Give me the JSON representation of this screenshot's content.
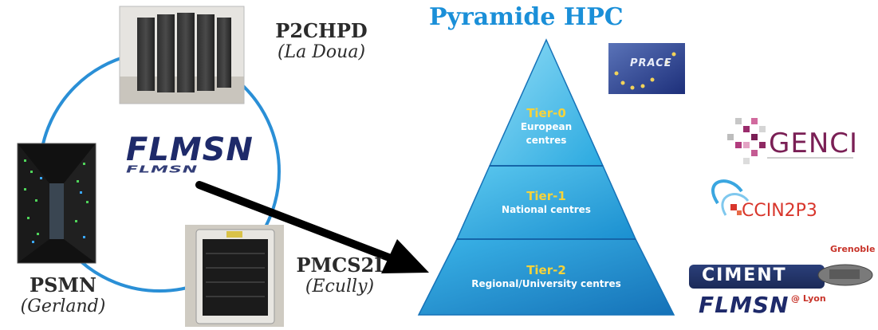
{
  "pyramid": {
    "title": "Pyramide HPC",
    "tiers": [
      {
        "name": "Tier-0",
        "desc": [
          "European",
          "centres"
        ]
      },
      {
        "name": "Tier-1",
        "desc": [
          "National centres"
        ]
      },
      {
        "name": "Tier-2",
        "desc": [
          "Regional/University centres"
        ]
      }
    ]
  },
  "network": {
    "center_logo": "FLMSN",
    "nodes": [
      {
        "name": "P2CHPD",
        "location": "(La Doua)"
      },
      {
        "name": "PSMN",
        "location": "(Gerland)"
      },
      {
        "name": "PMCS2I",
        "location": "(Ecully)"
      }
    ]
  },
  "logos": {
    "prace": "PRACE",
    "genci": "GENCI",
    "ccin2p3": "CCIN2P3",
    "ciment": "CIMENT",
    "grenoble": "Grenoble",
    "flmsn_lyon": "FLMSN",
    "lyon": "@ Lyon"
  },
  "colors": {
    "accent_blue": "#1a8fd8",
    "tier_label": "#f6d33a",
    "ring": "#2a8fd6",
    "arrow": "#000000"
  }
}
